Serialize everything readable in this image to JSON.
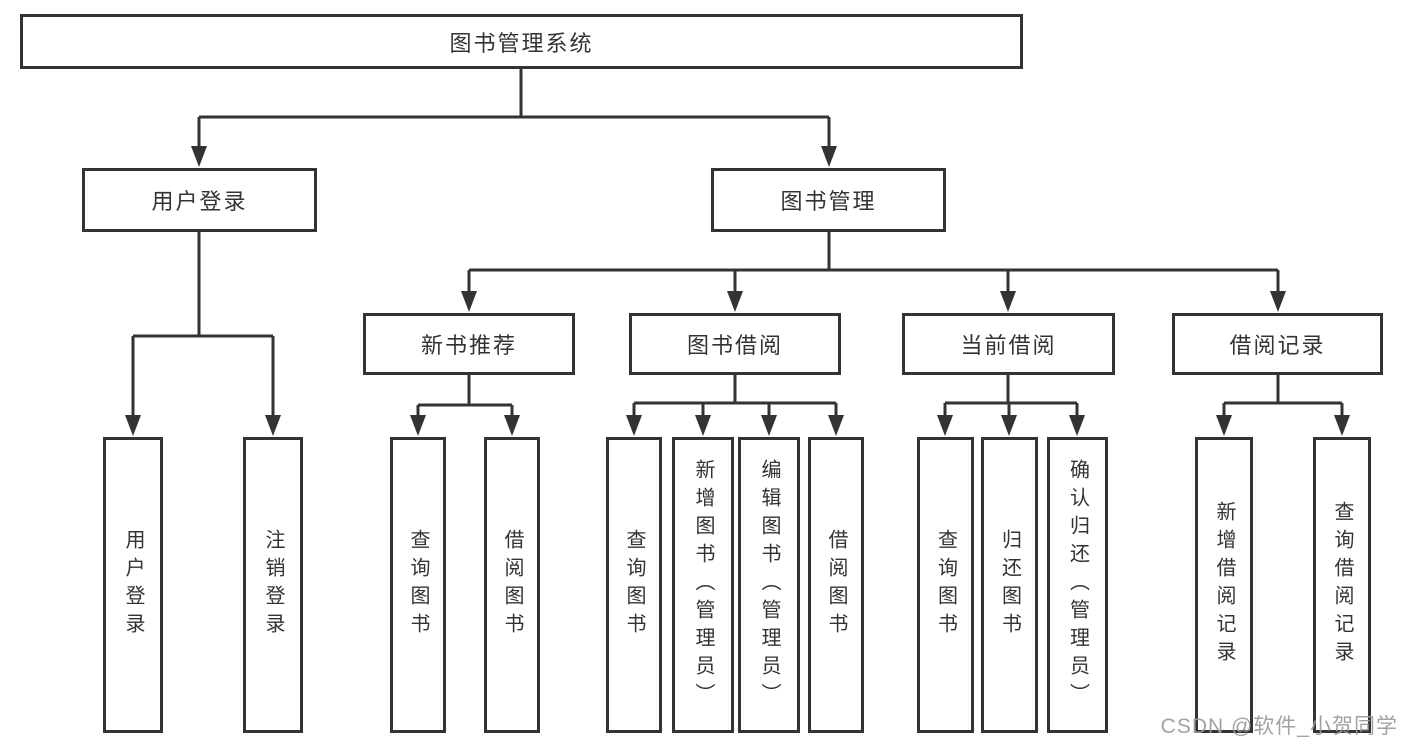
{
  "watermark": {
    "text": "CSDN @软件_小贺同学"
  },
  "colors": {
    "line": "#333333",
    "text": "#333333",
    "background": "#ffffff",
    "watermark": "#9a9a9a"
  },
  "tree": {
    "root": {
      "label": "图书管理系统",
      "children": [
        {
          "label": "用户登录",
          "children": [
            {
              "label": "用户登录"
            },
            {
              "label": "注销登录"
            }
          ]
        },
        {
          "label": "图书管理",
          "children": [
            {
              "label": "新书推荐",
              "children": [
                {
                  "label": "查询图书"
                },
                {
                  "label": "借阅图书"
                }
              ]
            },
            {
              "label": "图书借阅",
              "children": [
                {
                  "label": "查询图书"
                },
                {
                  "label": "新增图书（管理员）"
                },
                {
                  "label": "编辑图书（管理员）"
                },
                {
                  "label": "借阅图书"
                }
              ]
            },
            {
              "label": "当前借阅",
              "children": [
                {
                  "label": "查询图书"
                },
                {
                  "label": "归还图书"
                },
                {
                  "label": "确认归还（管理员）"
                }
              ]
            },
            {
              "label": "借阅记录",
              "children": [
                {
                  "label": "新增借阅记录"
                },
                {
                  "label": "查询借阅记录"
                }
              ]
            }
          ]
        }
      ]
    }
  }
}
